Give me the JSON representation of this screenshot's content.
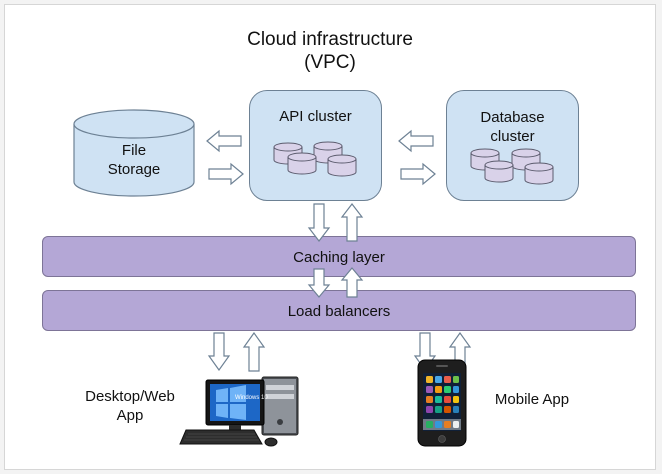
{
  "diagram": {
    "title_line1": "Cloud infrastructure",
    "title_line2": "(VPC)",
    "api_cluster": {
      "label": "API cluster"
    },
    "database_cluster": {
      "label_line1": "Database",
      "label_line2": "cluster"
    },
    "file_storage": {
      "label_line1": "File",
      "label_line2": "Storage"
    },
    "caching_layer": {
      "label": "Caching layer"
    },
    "load_balancers": {
      "label": "Load balancers"
    },
    "desktop_client": {
      "label_line1": "Desktop/Web",
      "label_line2": "App",
      "screen_text": "Windows 10"
    },
    "mobile_client": {
      "label": "Mobile App"
    }
  },
  "colors": {
    "cluster_fill": "#cfe2f3",
    "layer_fill": "#b4a7d6",
    "arrow_fill": "#ffffff",
    "arrow_stroke": "#6d8194",
    "disk_fill": "#d9d2e9"
  }
}
